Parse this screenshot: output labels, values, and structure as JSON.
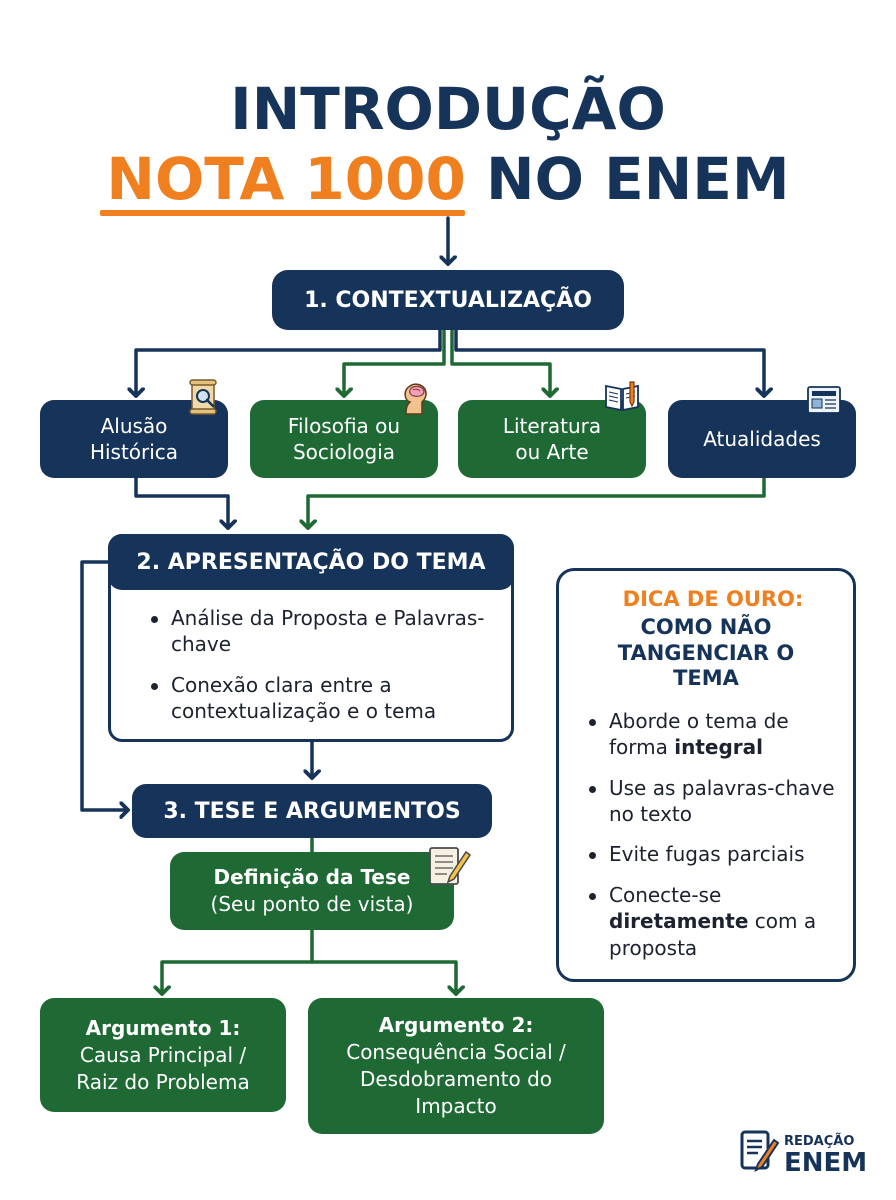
{
  "title": {
    "line1": "INTRODUÇÃO",
    "line2_accent": "NOTA 1000",
    "line2_rest": "NO ENEM"
  },
  "steps": {
    "contextualizacao": "1. CONTEXTUALIZAÇÃO",
    "apresentacao": "2. APRESENTAÇÃO DO TEMA",
    "tese": "3. TESE E ARGUMENTOS"
  },
  "categories": [
    {
      "line1": "Alusão",
      "line2": "Histórica",
      "icon": "scroll-magnifier-icon"
    },
    {
      "line1": "Filosofia ou",
      "line2": "Sociologia",
      "icon": "thinking-head-icon"
    },
    {
      "line1": "Literatura",
      "line2": "ou Arte",
      "icon": "book-pen-icon"
    },
    {
      "line1": "Atualidades",
      "line2": "",
      "icon": "newspaper-icon"
    }
  ],
  "apresentacao_bullets": [
    "Análise da Proposta e Palavras-chave",
    "Conexão clara entre a contextualização e o tema"
  ],
  "tese": {
    "heading": "Definição da Tese",
    "sub": "(Seu ponto de vista)"
  },
  "arguments": [
    {
      "heading": "Argumento 1:",
      "line1": "Causa Principal /",
      "line2": "Raiz do Problema",
      "line3": ""
    },
    {
      "heading": "Argumento 2:",
      "line1": "Consequência Social /",
      "line2": "Desdobramento do",
      "line3": "Impacto"
    }
  ],
  "tip": {
    "title_orange": "DICA DE OURO:",
    "title_navy": "COMO NÃO TANGENCIAR O TEMA",
    "b1_pre": "Aborde o tema de forma ",
    "b1_bold": "integral",
    "b2": "Use as palavras-chave no texto",
    "b3": "Evite fugas parciais",
    "b4_pre": "Conecte-se ",
    "b4_bold": "diretamente",
    "b4_post": " com a proposta"
  },
  "brand": {
    "small": "REDAÇÃO",
    "big": "ENEM"
  },
  "colors": {
    "navy": "#16335a",
    "green": "#1f6a34",
    "orange": "#ef7f1f"
  }
}
